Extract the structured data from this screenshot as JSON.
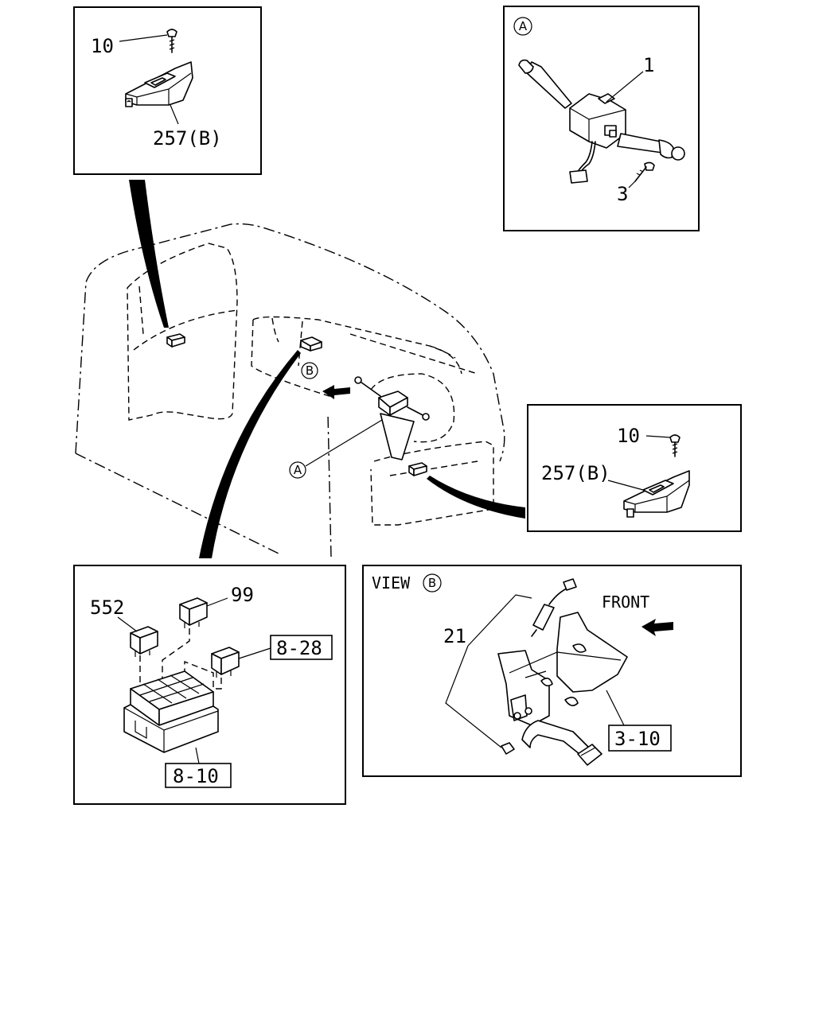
{
  "callouts": {
    "screw_top": "10",
    "switch_top": "257(B)",
    "view_a_marker": "A",
    "combo_switch": "1",
    "combo_screw": "3",
    "screw_right": "10",
    "switch_right": "257(B)",
    "relay_552": "552",
    "relay_99": "99",
    "relay_ref": "8-28",
    "fusebox_ref": "8-10",
    "view_b_title": "VIEW",
    "view_b_marker": "B",
    "front_label": "FRONT",
    "stop_switch": "21",
    "pedal_ref": "3-10",
    "body_marker_a": "A",
    "body_marker_b": "B"
  }
}
